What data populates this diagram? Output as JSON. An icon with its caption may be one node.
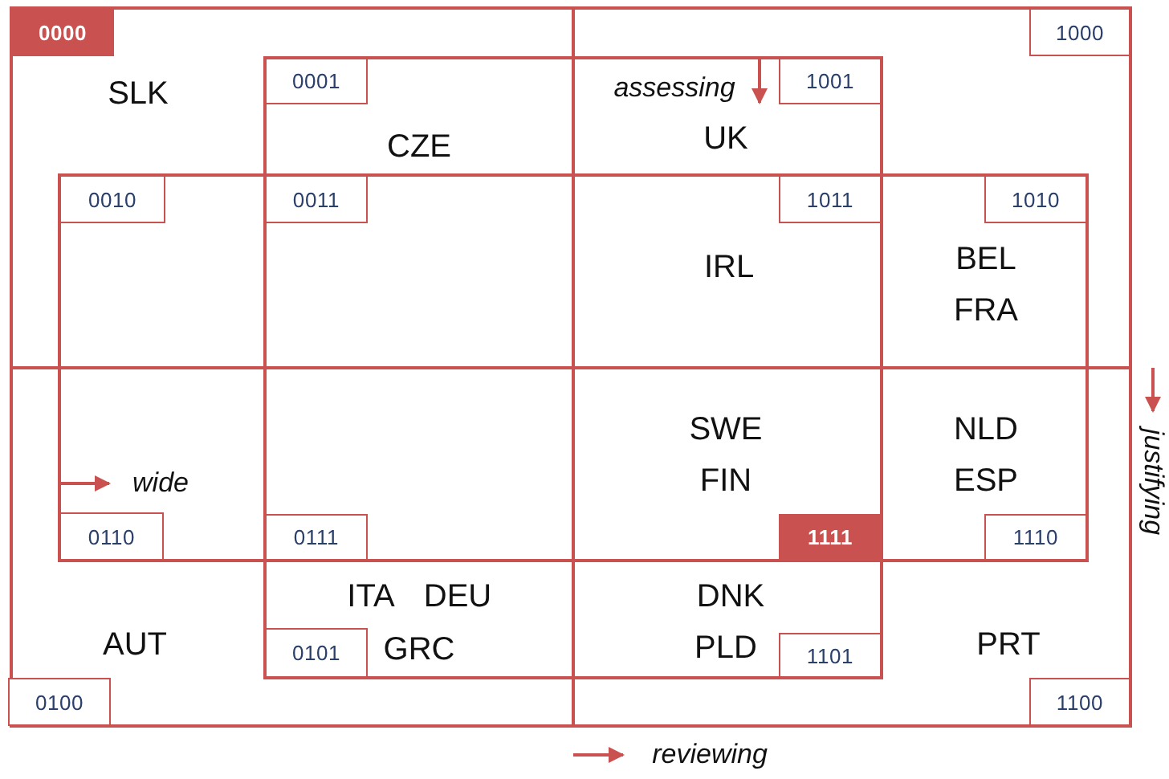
{
  "diagram": {
    "nodes": [
      {
        "text": [
          "0000"
        ]
      },
      {
        "text": [
          "1000"
        ]
      },
      {
        "text": [
          "0001"
        ]
      },
      {
        "text": [
          "1001"
        ]
      },
      {
        "text": [
          "0010"
        ]
      },
      {
        "text": [
          "0011"
        ]
      },
      {
        "text": [
          "1011"
        ]
      },
      {
        "text": [
          "1010"
        ]
      },
      {
        "text": [
          "0110"
        ]
      },
      {
        "text": [
          "0111"
        ]
      },
      {
        "text": [
          "1111"
        ]
      },
      {
        "text": [
          "1110"
        ]
      },
      {
        "text": [
          "0101"
        ]
      },
      {
        "text": [
          "1101"
        ]
      },
      {
        "text": [
          "0100"
        ]
      },
      {
        "text": [
          "1100"
        ]
      }
    ],
    "labels": [
      "SLK",
      "assessing",
      "CZE",
      "UK",
      "IRL",
      "BEL",
      "FRA",
      "SWE",
      "NLD",
      "wide",
      "FIN",
      "ESP",
      "justifying",
      "ITA",
      "DEU",
      "DNK",
      "AUT",
      "GRC",
      "PLD",
      "PRT",
      "reviewing"
    ]
  }
}
